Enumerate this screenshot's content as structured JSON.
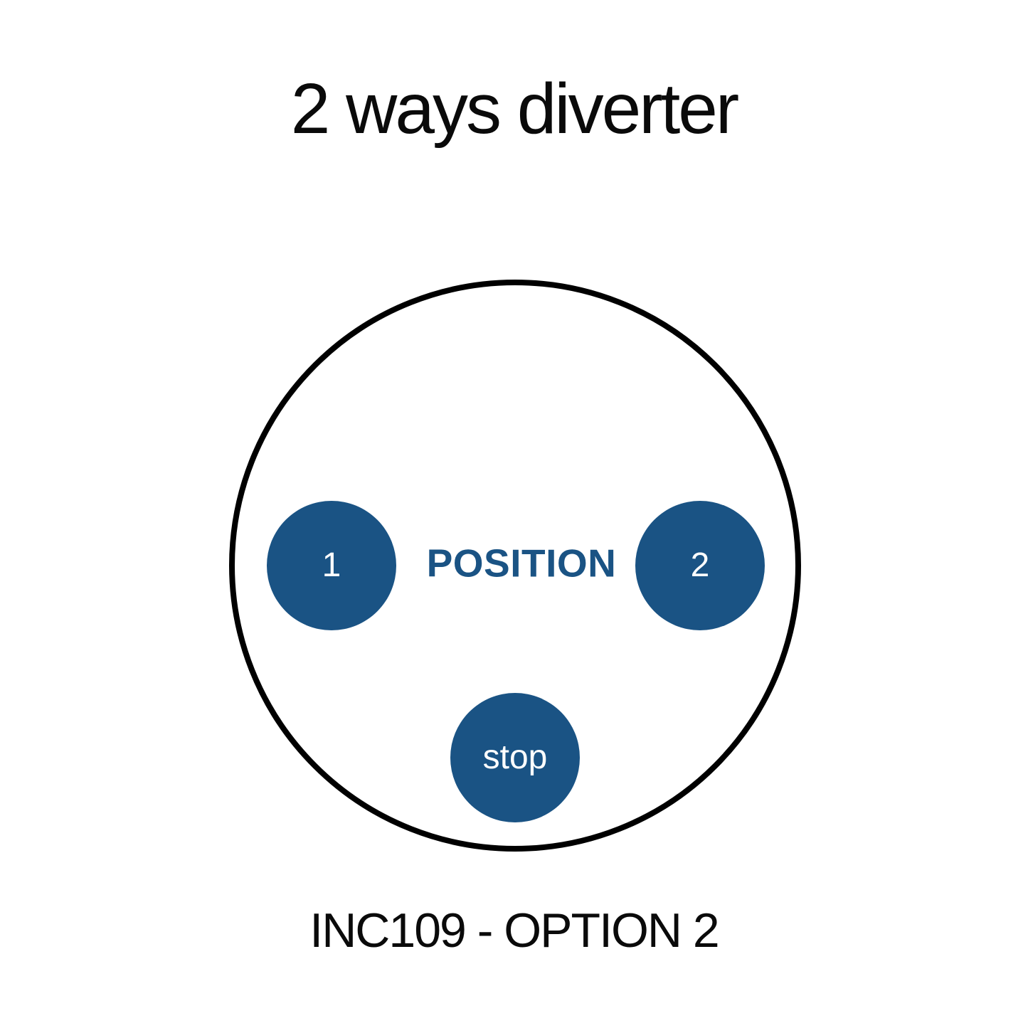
{
  "page": {
    "title": "2 ways diverter",
    "caption": "INC109 - OPTION 2"
  },
  "dial": {
    "center_label": "POSITION",
    "positions": [
      {
        "id": "position-1",
        "label": "1"
      },
      {
        "id": "position-2",
        "label": "2"
      },
      {
        "id": "position-stop",
        "label": "stop"
      }
    ]
  },
  "colors": {
    "accent_blue": "#1a5384",
    "position_dot_text": "#ffffff",
    "dial_outline": "#000000",
    "text_black": "#0a0a0a",
    "background": "#ffffff"
  }
}
